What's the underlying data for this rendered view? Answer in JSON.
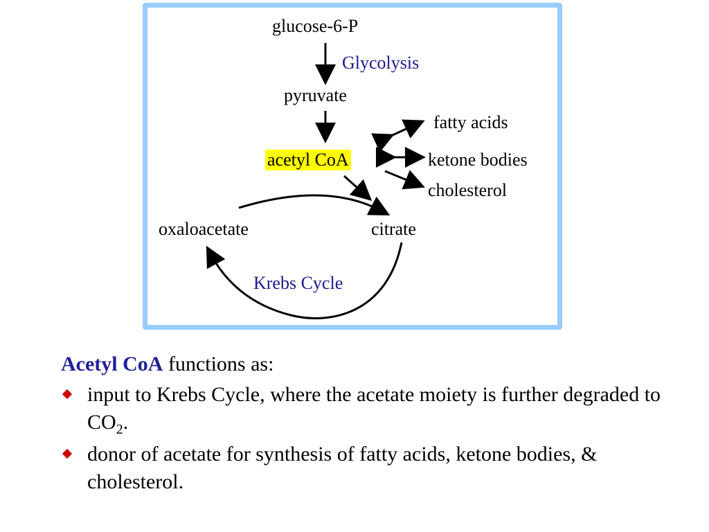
{
  "diagram": {
    "nodes": {
      "glucose6p": "glucose-6-P",
      "glycolysis": "Glycolysis",
      "pyruvate": "pyruvate",
      "fatty_acids": "fatty acids",
      "acetyl_coa": "acetyl CoA",
      "ketone_bodies": "ketone bodies",
      "cholesterol": "cholesterol",
      "oxaloacetate": "oxaloacetate",
      "citrate": "citrate",
      "krebs_cycle": "Krebs Cycle"
    },
    "colors": {
      "frame_border": "#99ccff",
      "pathway_label": "#1a1a8c",
      "highlight": "#ffff00",
      "bullet": "#cc0000",
      "heading": "#1f1f99"
    }
  },
  "text": {
    "heading_strong": "Acetyl CoA",
    "heading_rest": " functions as:",
    "bullet1_pre": "input to Krebs Cycle, where the acetate moiety is further degraded to CO",
    "bullet1_sub": "2",
    "bullet1_post": ".",
    "bullet2": "donor of acetate for synthesis of fatty acids, ketone bodies, & cholesterol."
  }
}
